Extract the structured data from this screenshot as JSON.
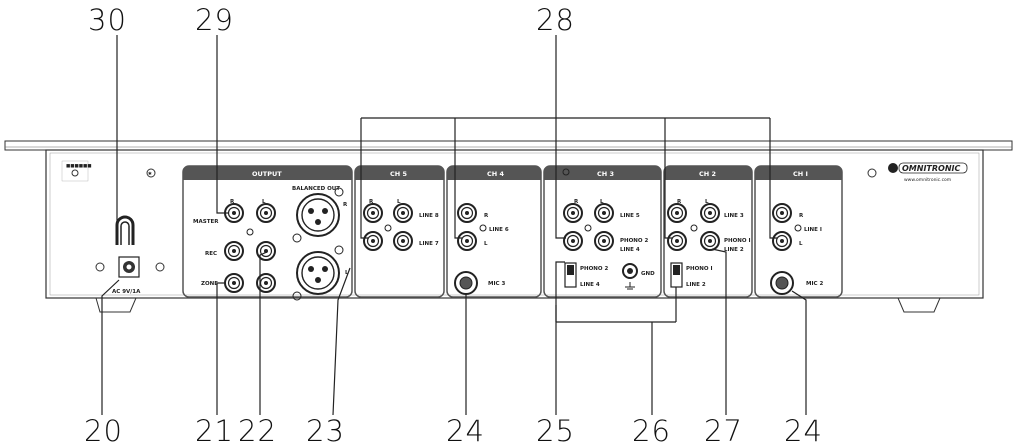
{
  "callouts_top": {
    "c30": "30",
    "c29": "29",
    "c28": "28"
  },
  "callouts_bottom": {
    "c20": "20",
    "c21": "21",
    "c22": "22",
    "c23": "23",
    "c24a": "24",
    "c25": "25",
    "c26": "26",
    "c27": "27",
    "c24b": "24"
  },
  "sections": {
    "output": "OUTPUT",
    "ch5": "CH 5",
    "ch4": "CH 4",
    "ch3": "CH 3",
    "ch2": "CH 2",
    "ch1": "CH I"
  },
  "labels": {
    "balanced_out": "BALANCED OUT",
    "master": "MASTER",
    "rec": "REC",
    "zone": "ZONE",
    "r": "R",
    "l": "L",
    "line8": "LINE 8",
    "line7": "LINE 7",
    "line6": "LINE 6",
    "line5": "LINE 5",
    "phono2_line4": "PHONO 2",
    "line4": "LINE 4",
    "line3": "LINE 3",
    "phono1": "PHONO I",
    "line2": "LINE 2",
    "line1": "LINE I",
    "mic3": "MIC 3",
    "mic2": "MIC 2",
    "gnd": "GND",
    "sw_phono2": "PHONO 2",
    "sw_line4": "LINE 4",
    "sw_phono1": "PHONO I",
    "sw_line2": "LINE 2",
    "power": "AC 9V/1A",
    "brand": "OMNITRONIC",
    "url": "www.omnitronic.com"
  }
}
